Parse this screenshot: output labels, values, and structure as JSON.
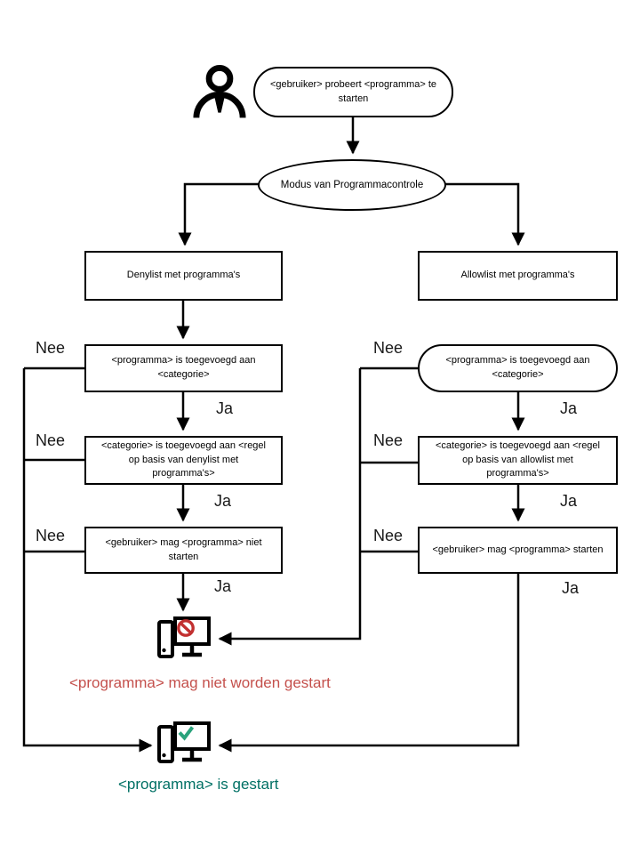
{
  "flowchart": {
    "nodes": {
      "start": "<gebruiker> probeert <programma> te starten",
      "mode": "Modus van Programmacontrole",
      "denylist": "Denylist met programma's",
      "allowlist": "Allowlist met programma's",
      "deny_check_program": "<programma> is toegevoegd aan <categorie>",
      "deny_check_category": "<categorie> is toegevoegd aan <regel op basis van denylist met programma's>",
      "deny_verdict": "<gebruiker> mag <programma> niet starten",
      "allow_check_program": "<programma> is toegevoegd aan <categorie>",
      "allow_check_category": "<categorie> is toegevoegd aan <regel op basis van allowlist met programma's>",
      "allow_verdict": "<gebruiker> mag <programma> starten"
    },
    "edge_labels": {
      "yes": "Ja",
      "no": "Nee"
    },
    "results": {
      "blocked": "<programma> mag niet worden gestart",
      "started": "<programma> is gestart"
    },
    "icons": {
      "user": "user-icon",
      "blocked": "computer-blocked-icon",
      "started": "computer-started-icon"
    },
    "colors": {
      "line": "#000000",
      "blocked_text": "#C4504C",
      "started_text": "#007064",
      "prohibit_icon": "#C23030",
      "check_icon": "#2AA37C",
      "background": "#FFFFFF"
    }
  }
}
